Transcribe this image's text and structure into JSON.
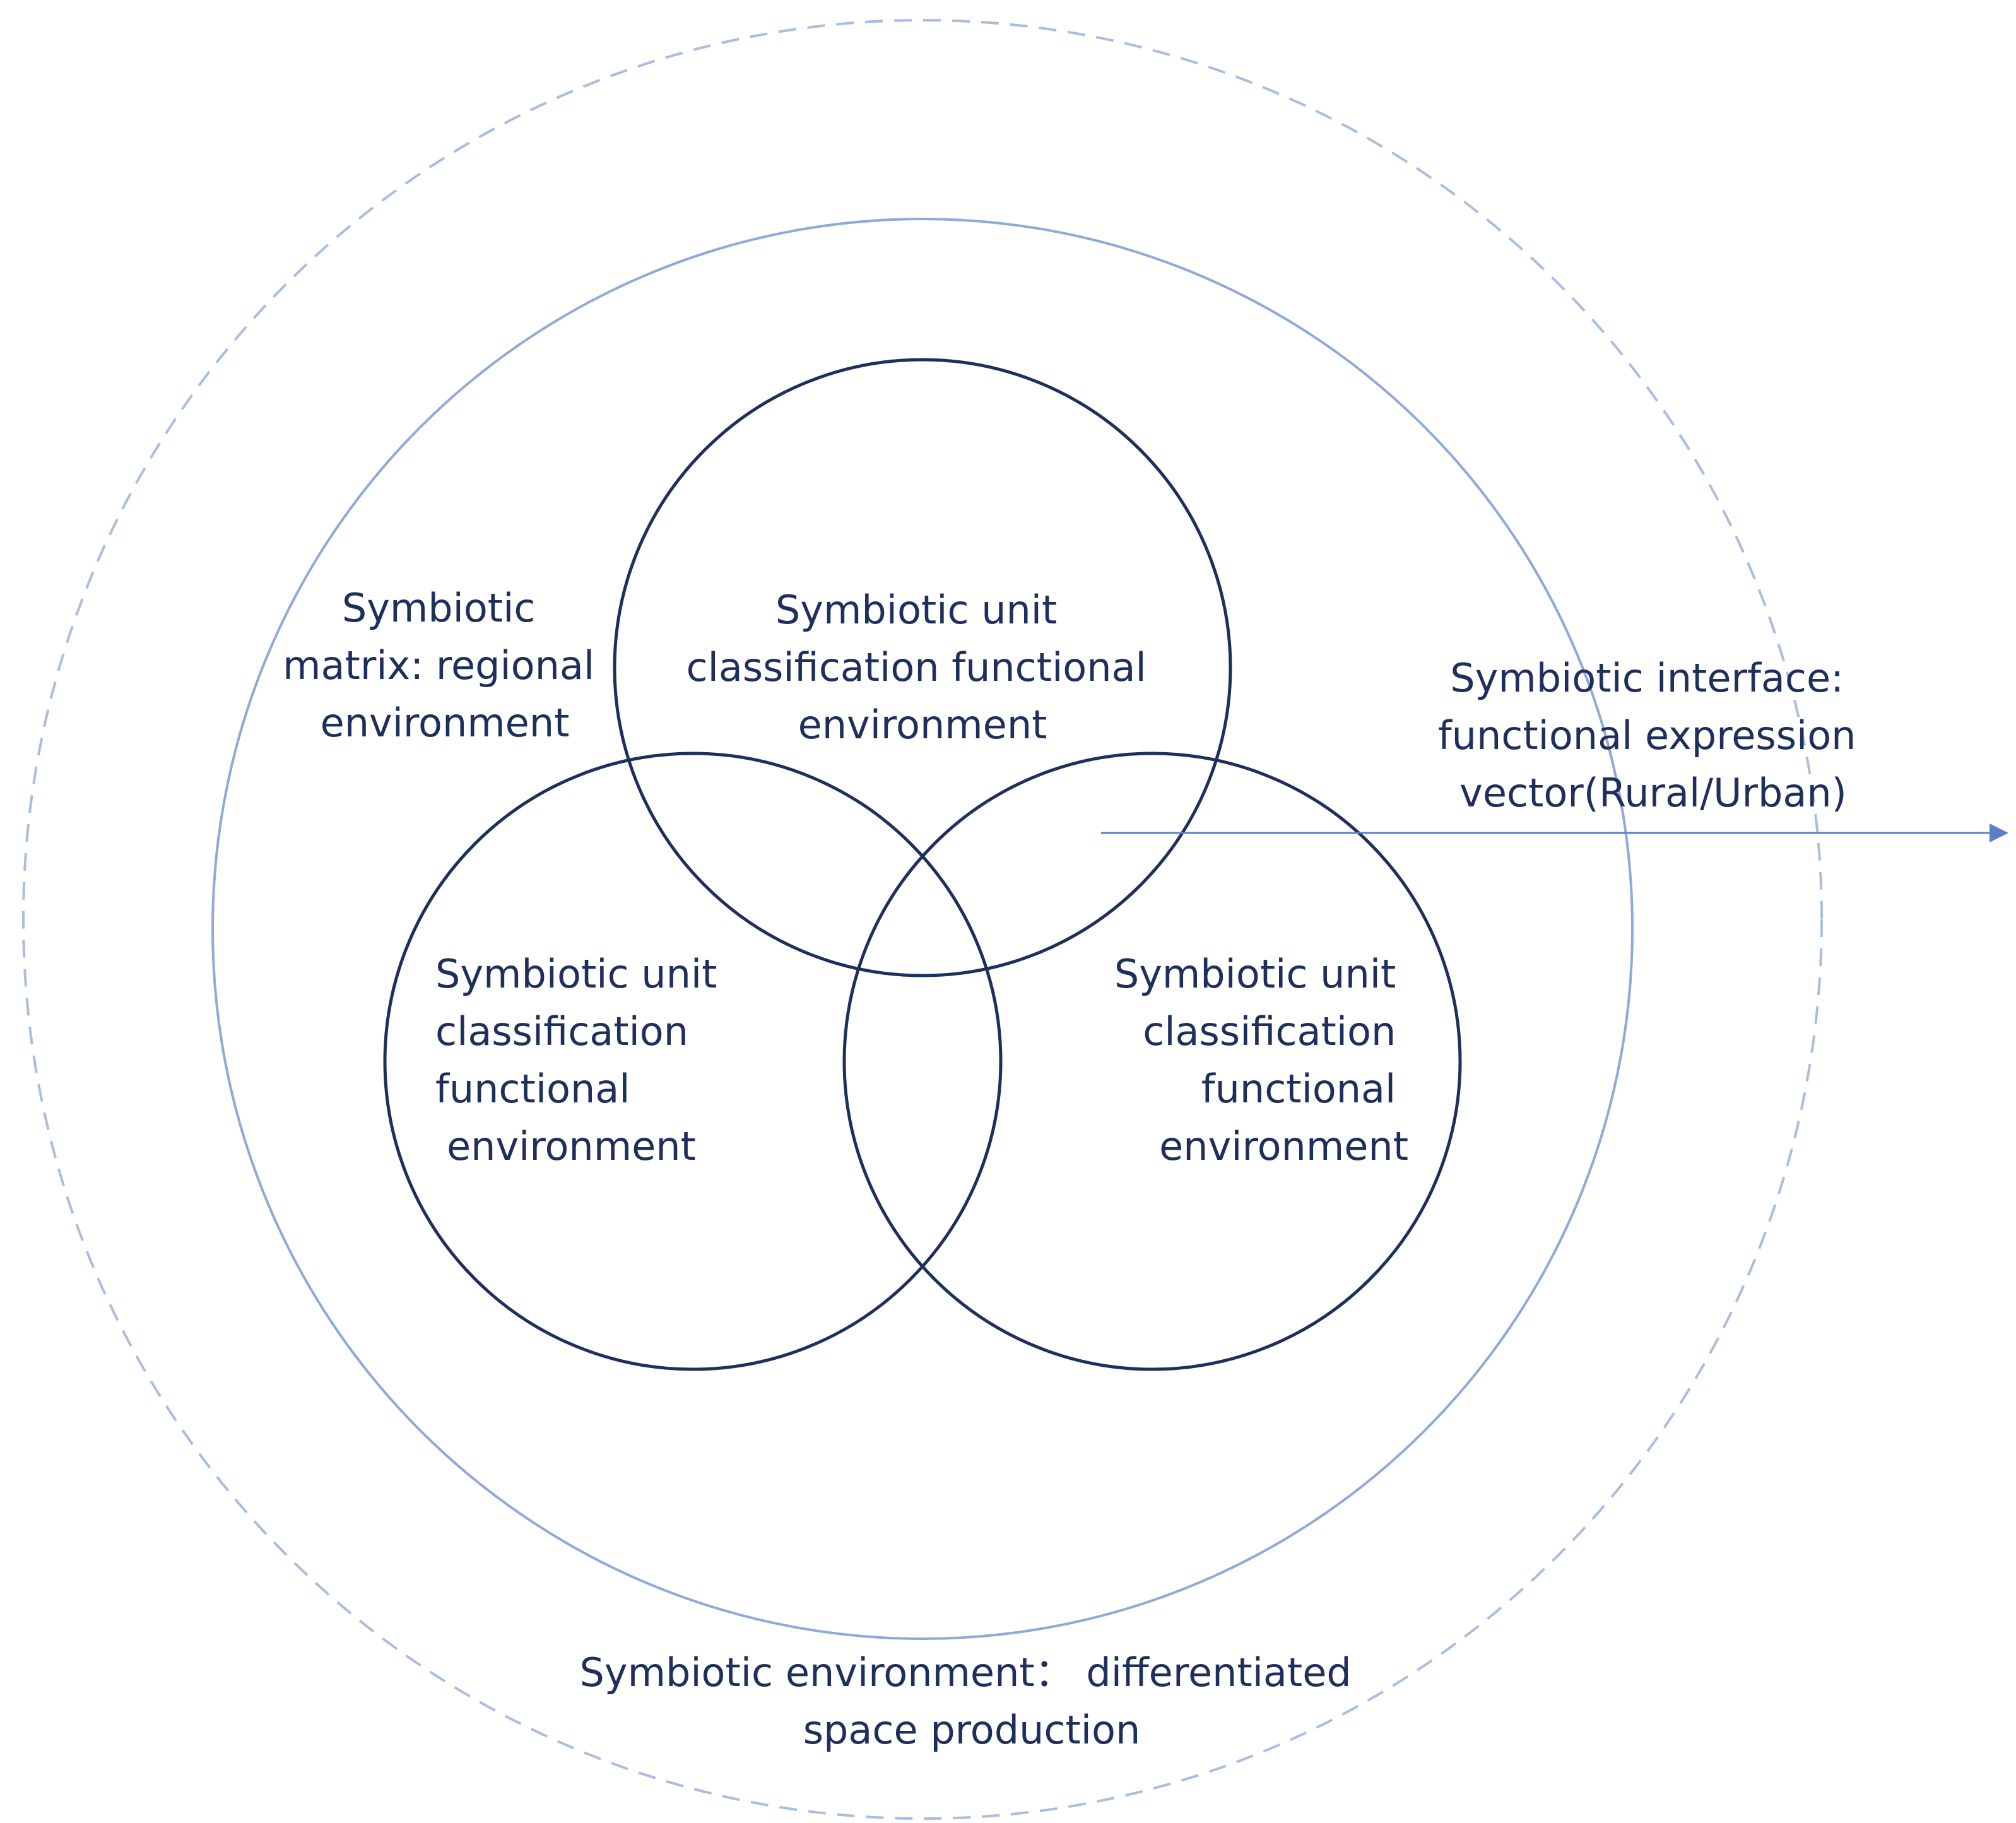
{
  "diagram": {
    "matrix_label": [
      "Symbiotic",
      "matrix: regional",
      "environment"
    ],
    "unit_top_label": [
      "Symbiotic unit",
      "classification functional",
      "environment"
    ],
    "unit_left_label": [
      "Symbiotic unit",
      "classification",
      "functional",
      "environment"
    ],
    "unit_right_label": [
      "Symbiotic unit",
      "classification",
      "functional",
      "environment"
    ],
    "interface_label": [
      "Symbiotic interface:",
      "functional expression",
      "vector(Rural/Urban)"
    ],
    "environment_label": [
      "Symbiotic environment： differentiated",
      "space production"
    ]
  },
  "colors": {
    "unit_circle_stroke": "#1f2f5c",
    "outer_circle_stroke": "#8fa9d8",
    "dashed_circle_stroke": "#a9bde2",
    "arrow": "#5b7fc6",
    "text": "#1f2f5c"
  }
}
